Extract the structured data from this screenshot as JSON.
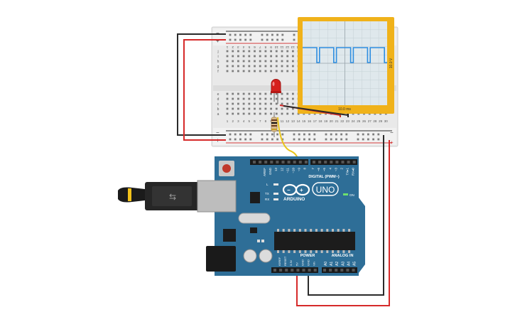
{
  "breadboard": {
    "row_letters_top": [
      "j",
      "i",
      "h",
      "g",
      "f"
    ],
    "row_letters_bottom": [
      "e",
      "d",
      "c",
      "b",
      "a"
    ],
    "column_numbers": [
      "1",
      "2",
      "3",
      "4",
      "5",
      "6",
      "7",
      "8",
      "9",
      "10",
      "11",
      "12",
      "13",
      "14",
      "15",
      "16",
      "17",
      "18",
      "19",
      "20",
      "21",
      "22",
      "23",
      "24",
      "25",
      "26",
      "27",
      "28",
      "29",
      "30"
    ],
    "rail_plus": "+",
    "rail_minus": "−"
  },
  "oscilloscope": {
    "voltage_label": "10.0 V",
    "time_label": "10.0 ms",
    "frame_color": "#f0b21a",
    "trace_color": "#2f8ee0"
  },
  "arduino": {
    "logo_text": "UNO",
    "brand": "ARDUINO",
    "digital_label": "DIGITAL (PWM~)",
    "power_label": "POWER",
    "analog_label": "ANALOG IN",
    "on_label": "ON",
    "led_labels": [
      "L",
      "TX",
      "RX"
    ],
    "aref_labels": [
      "AREF",
      "GND",
      "13",
      "12",
      "~11",
      "~10",
      "~9",
      "8"
    ],
    "digital_pin_labels": [
      "7",
      "~6",
      "~5",
      "4",
      "~3",
      "2",
      "TX▸1",
      "RX◂0"
    ],
    "power_pin_labels": [
      "IOREF",
      "RESET",
      "3.3V",
      "5V",
      "GND",
      "GND",
      "Vin"
    ],
    "analog_pin_labels": [
      "A0",
      "A1",
      "A2",
      "A3",
      "A4",
      "A5"
    ],
    "board_color": "#2e6e97"
  }
}
